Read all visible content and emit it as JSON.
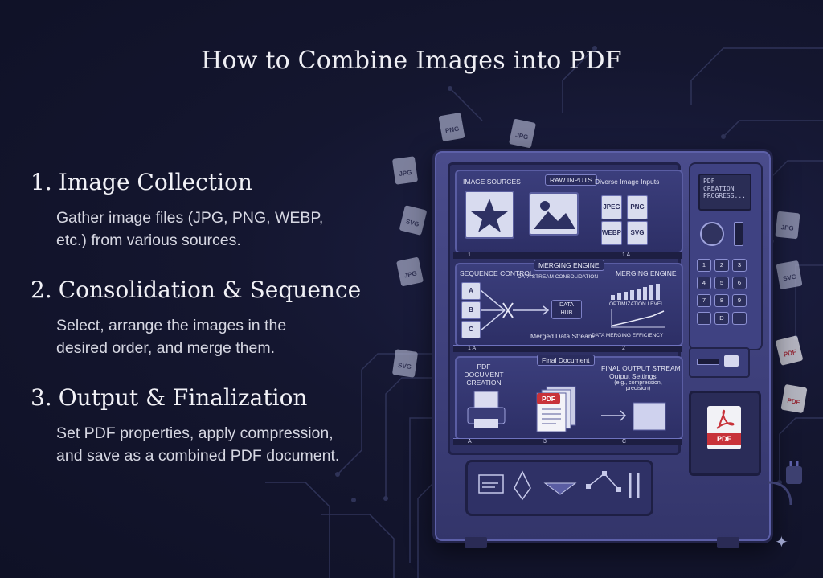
{
  "title": "How to Combine Images into PDF",
  "steps": [
    {
      "number": "1.",
      "heading": "Image Collection",
      "desc_line1": "Gather image files (JPG, PNG, WEBP,",
      "desc_line2": "etc.) from various sources."
    },
    {
      "number": "2.",
      "heading": "Consolidation & Sequence",
      "desc_line1": "Select, arrange the images in the",
      "desc_line2": "desired order, and merge them."
    },
    {
      "number": "3.",
      "heading": "Output & Finalization",
      "desc_line1": "Set PDF properties, apply compression,",
      "desc_line2": "and save as a combined PDF document."
    }
  ],
  "machine": {
    "shelf1": {
      "left_label": "IMAGE SOURCES",
      "tag": "RAW INPUTS",
      "right_label": "Diverse Image Inputs",
      "files": [
        "JPEG",
        "PNG",
        "WEBP",
        "SVG"
      ],
      "rail_left": "1",
      "rail_right": "1 A"
    },
    "shelf2": {
      "left_label": "SEQUENCE CONTROL",
      "tag": "MERGING ENGINE",
      "sub_label": "DATA STREAM CONSOLIDATION",
      "right_label": "MERGING ENGINE",
      "hub": "DATA HUB",
      "right_sub": "OPTIMIZATION LEVEL",
      "bottom_left": "Merged Data Stream",
      "bottom_right": "DATA MERGING EFFICIENCY",
      "chips": [
        "A",
        "B",
        "C"
      ],
      "rail_left": "1 A",
      "rail_right": "2"
    },
    "shelf3": {
      "left_label": "PDF DOCUMENT CREATION",
      "tag": "Final Document",
      "right_label": "FINAL OUTPUT STREAM",
      "right_sub1": "Output Settings",
      "right_sub2": "(e.g., compression, precision)",
      "pdf_label": "PDF",
      "rail_left": "A",
      "rail_mid": "3",
      "rail_right": "C"
    },
    "screen_text": "PDF CREATION PROGRESS...",
    "keys": [
      "1",
      "2",
      "3",
      "4",
      "5",
      "6",
      "7",
      "8",
      "9",
      "",
      "D",
      ""
    ],
    "output_pdf": "PDF"
  },
  "floating_files": [
    "PNG",
    "JPG",
    "JPG",
    "SVG",
    "JPG",
    "SVG",
    "JPG",
    "SVG",
    "PDF",
    "PDF"
  ],
  "colors": {
    "background": "#14162f",
    "machine": "#45478a",
    "pdf_red": "#c8323a"
  }
}
